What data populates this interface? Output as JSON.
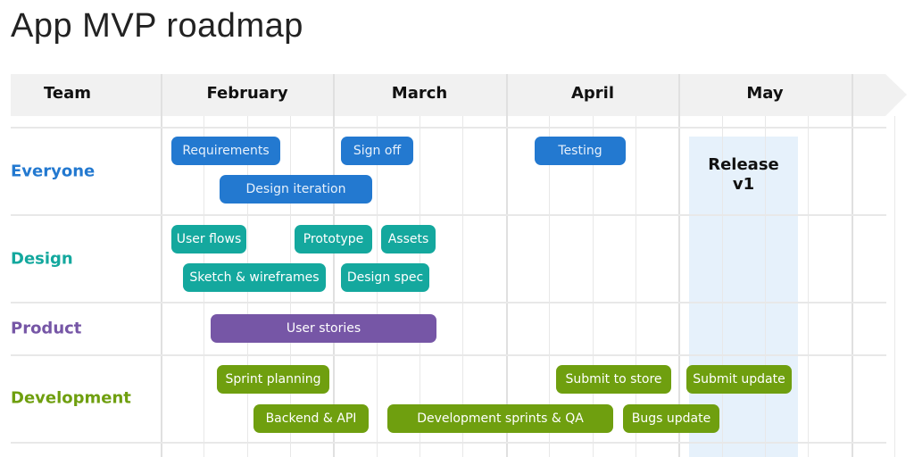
{
  "title": "App MVP roadmap",
  "header": {
    "team": "Team",
    "months": [
      "February",
      "March",
      "April",
      "May"
    ]
  },
  "teams": [
    {
      "name": "Everyone",
      "color": "#2379d0"
    },
    {
      "name": "Design",
      "color": "#14a89e"
    },
    {
      "name": "Product",
      "color": "#7656a6"
    },
    {
      "name": "Development",
      "color": "#6f9f0f"
    }
  ],
  "milestone": {
    "line1": "Release",
    "line2": "v1"
  },
  "bars": {
    "everyone": [
      "Requirements",
      "Sign off",
      "Testing",
      "Design iteration"
    ],
    "design": [
      "User flows",
      "Prototype",
      "Assets",
      "Sketch & wireframes",
      "Design spec"
    ],
    "product": [
      "User stories"
    ],
    "development": [
      "Sprint planning",
      "Submit to store",
      "Submit update",
      "Backend & API",
      "Development sprints & QA",
      "Bugs update"
    ]
  }
}
